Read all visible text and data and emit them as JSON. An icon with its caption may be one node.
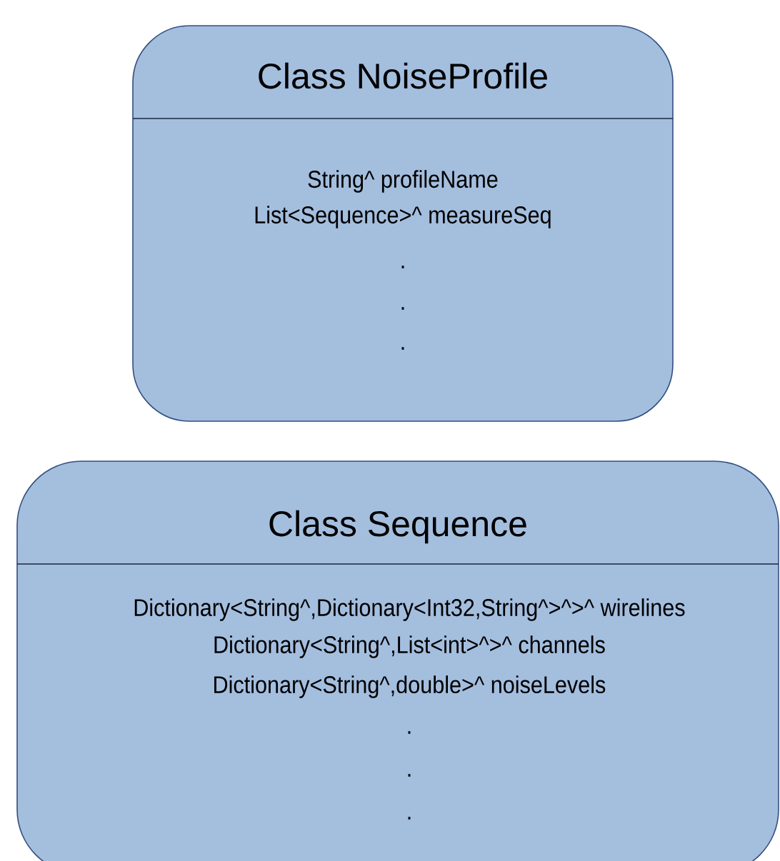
{
  "diagram": {
    "nodes": [
      {
        "text": [
          "Class NoiseProfile",
          "String^ profileName",
          "List<Sequence>^ measureSeq",
          ".",
          ".",
          "."
        ]
      },
      {
        "text": [
          "Class Sequence",
          "Dictionary<String^,Dictionary<Int32,String^>^>^ wirelines",
          "Dictionary<String^,List<int>^>^ channels",
          "Dictionary<String^,double>^ noiseLevels",
          ".",
          ".",
          "."
        ]
      }
    ]
  }
}
